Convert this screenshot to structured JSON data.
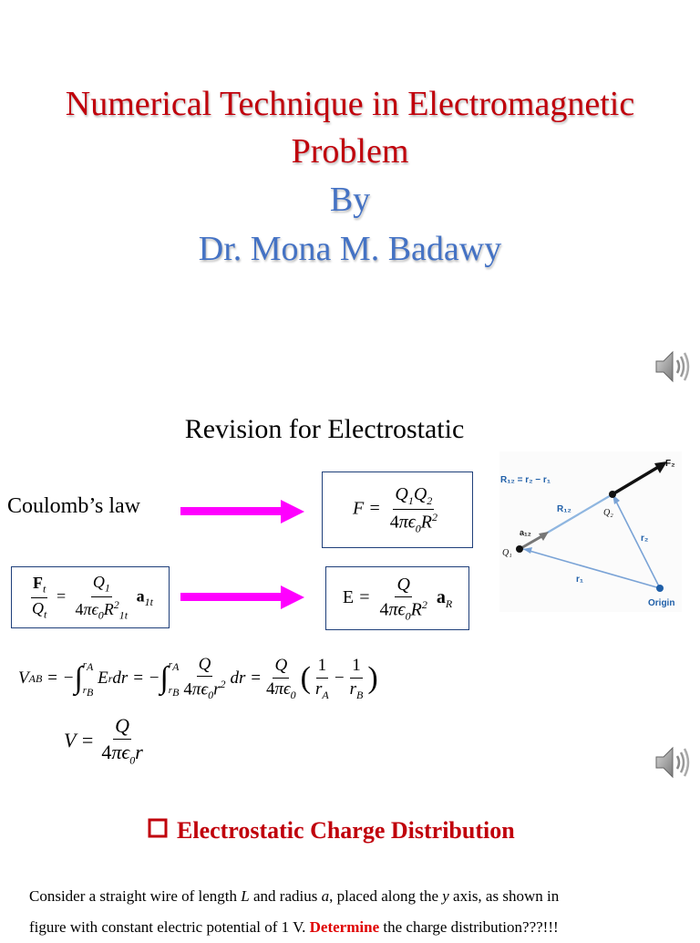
{
  "slide1": {
    "title_line1": "Numerical Technique in Electromagnetic",
    "title_line2": "Problem",
    "by_label": "By",
    "author": "Dr. Mona M. Badawy",
    "audio_icon": "speaker-icon"
  },
  "slide2": {
    "heading": "Revision for Electrostatic",
    "coulomb_label": "Coulomb’s law",
    "diagram": {
      "r12_def": "R₁₂ = r₂ − r₁",
      "f2": "F₂",
      "r12": "R₁₂",
      "q2": "Q₂",
      "a12": "a₁₂",
      "q1": "Q₁",
      "r2": "r₂",
      "r1": "r₁",
      "origin": "Origin"
    },
    "arrow_color": "#ff00ff",
    "audio_icon": "speaker-icon"
  },
  "section": {
    "bullet_icon": "checkbox-bullet-icon",
    "heading": "Electrostatic Charge Distribution",
    "text_before_L": "Consider a straight wire of length ",
    "L": "L",
    "text_before_a": " and radius ",
    "a": "a",
    "text_before_y": ", placed along the ",
    "y": "y",
    "text_line1_end": " axis, as shown in",
    "text_line2_start": "figure with constant electric potential of 1 V. ",
    "determine": "Determine",
    "text_line2_end": " the charge distribution???!!!"
  }
}
